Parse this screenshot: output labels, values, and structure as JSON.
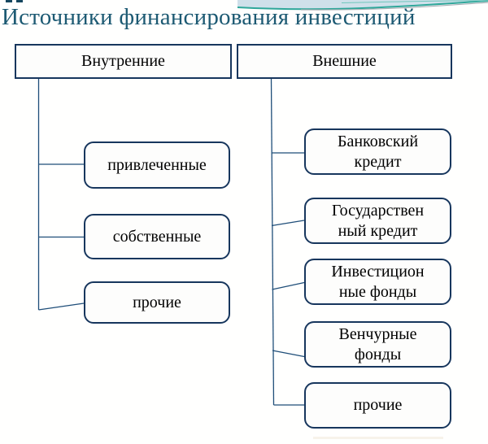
{
  "title": "Источники финансирования инвестиций",
  "colors": {
    "title_text": "#1d5a73",
    "box_border": "#17365d",
    "box_fill": "#fdfdfc",
    "box_text": "#000000",
    "connector": "#1f4e79",
    "swoosh_teal": "#2fa79a",
    "swoosh_light_blue": "#cfe0ea",
    "swoosh_grey": "#a7aeb4",
    "background": "#fffffe"
  },
  "diagram": {
    "branches": [
      {
        "label": "Внутренние",
        "children": [
          {
            "label": "привлеченные",
            "lines": [
              "привлеченные"
            ]
          },
          {
            "label": "собственные",
            "lines": [
              "собственные"
            ]
          },
          {
            "label": "прочие",
            "lines": [
              "прочие"
            ]
          }
        ]
      },
      {
        "label": "Внешние",
        "children": [
          {
            "label": "Банковский кредит",
            "lines": [
              "Банковский",
              "кредит"
            ]
          },
          {
            "label": "Государственный кредит",
            "lines": [
              "Государствен",
              "ный кредит"
            ]
          },
          {
            "label": "Инвестиционные фонды",
            "lines": [
              "Инвестицион",
              "ные фонды"
            ]
          },
          {
            "label": "Венчурные фонды",
            "lines": [
              "Венчурные",
              "фонды"
            ]
          },
          {
            "label": "прочие",
            "lines": [
              "прочие"
            ]
          }
        ]
      }
    ]
  }
}
